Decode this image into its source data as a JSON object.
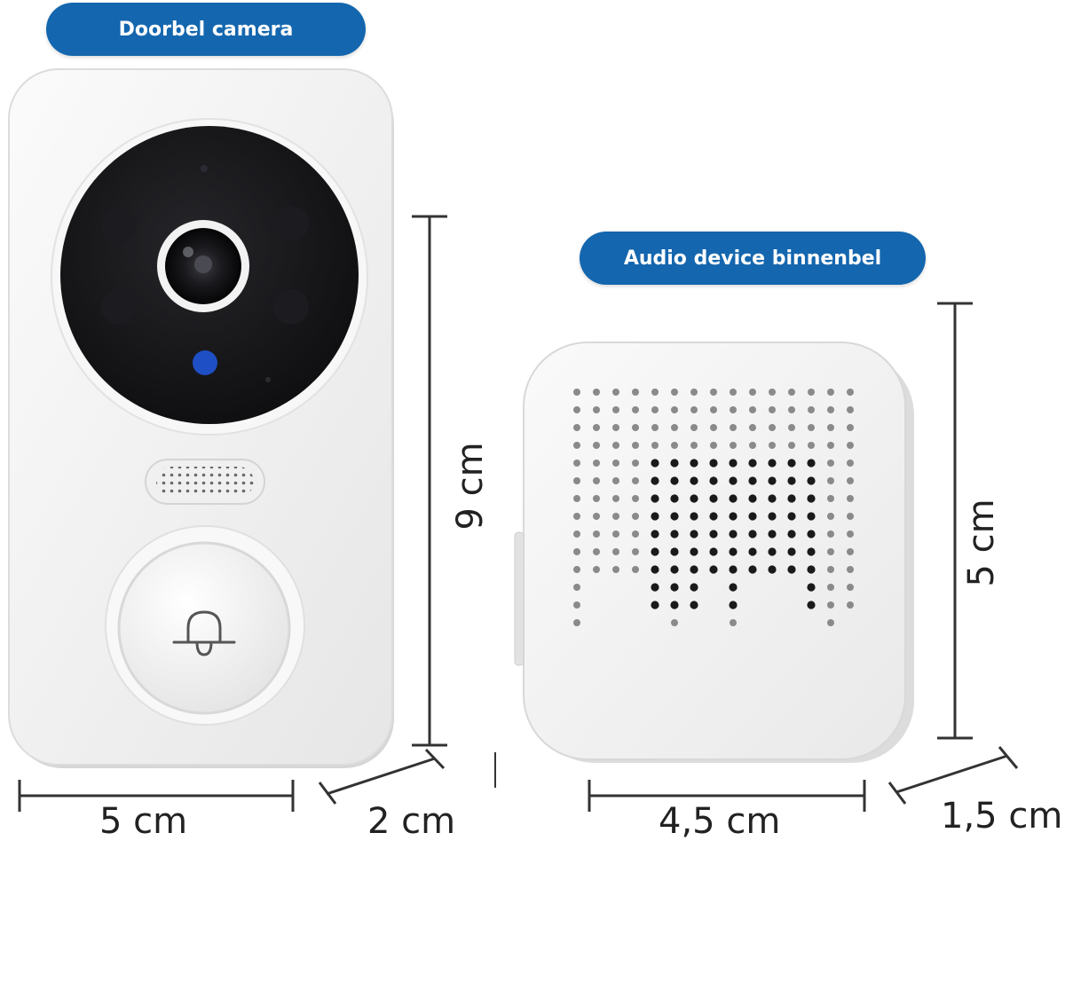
{
  "labels": {
    "doorbell_title": "Doorbel camera",
    "chime_title": "Audio device binnenbel"
  },
  "dimensions": {
    "doorbell_width": "5 cm",
    "doorbell_height": "9 cm",
    "doorbell_depth": "2 cm",
    "chime_width": "4,5 cm",
    "chime_height": "5 cm",
    "chime_depth": "1,5 cm"
  },
  "colors": {
    "pill_background": "#1466ae",
    "pill_text": "#ffffff",
    "device_body": "#f4f4f4",
    "camera_face": "#121214",
    "status_led": "#1f4fc4",
    "dimension_lines": "#333333"
  },
  "icons": {
    "button_icon": "bell-icon"
  }
}
